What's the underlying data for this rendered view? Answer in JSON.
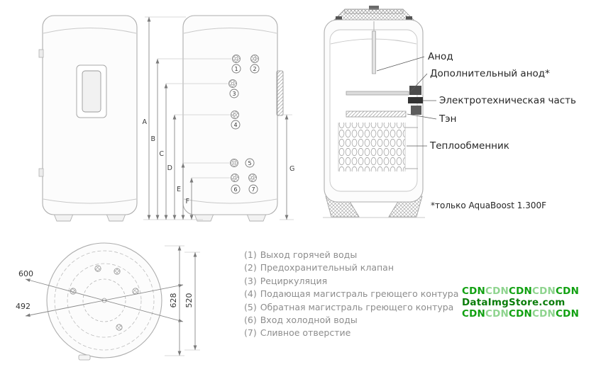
{
  "dims": {
    "A": "A",
    "B": "B",
    "C": "C",
    "D": "D",
    "E": "E",
    "F": "F",
    "G": "G"
  },
  "ports": {
    "n1": "1",
    "n2": "2",
    "n3": "3",
    "n4": "4",
    "n5": "5",
    "n6": "6",
    "n7": "7"
  },
  "topview": {
    "diag1": "600",
    "diag2": "492",
    "height1": "628",
    "height2": "520"
  },
  "cutaway": {
    "anode": "Анод",
    "additional_anode": "Дополнительный анод*",
    "electrical": "Электротехническая часть",
    "heating_element": "Тэн",
    "heat_exchanger": "Теплообменник",
    "footnote": "*только AquaBoost 1.300F"
  },
  "legend": {
    "items": [
      {
        "num": "(1)",
        "label": "Выход горячей воды"
      },
      {
        "num": "(2)",
        "label": "Предохранительный клапан"
      },
      {
        "num": "(3)",
        "label": "Рециркуляция"
      },
      {
        "num": "(4)",
        "label": "Подающая магистраль греющего контура"
      },
      {
        "num": "(5)",
        "label": "Обратная магистраль греющего контура"
      },
      {
        "num": "(6)",
        "label": "Вход холодной воды"
      },
      {
        "num": "(7)",
        "label": "Сливное отверстие"
      }
    ]
  },
  "watermark": {
    "tokens": [
      "CDN",
      "CDN",
      "CDN",
      "CDN",
      "CDN"
    ],
    "site": "DataImgStore.com",
    "colors": {
      "dark": "#12a112",
      "light": "#8fd48f",
      "site": "#0a7d0a"
    }
  }
}
